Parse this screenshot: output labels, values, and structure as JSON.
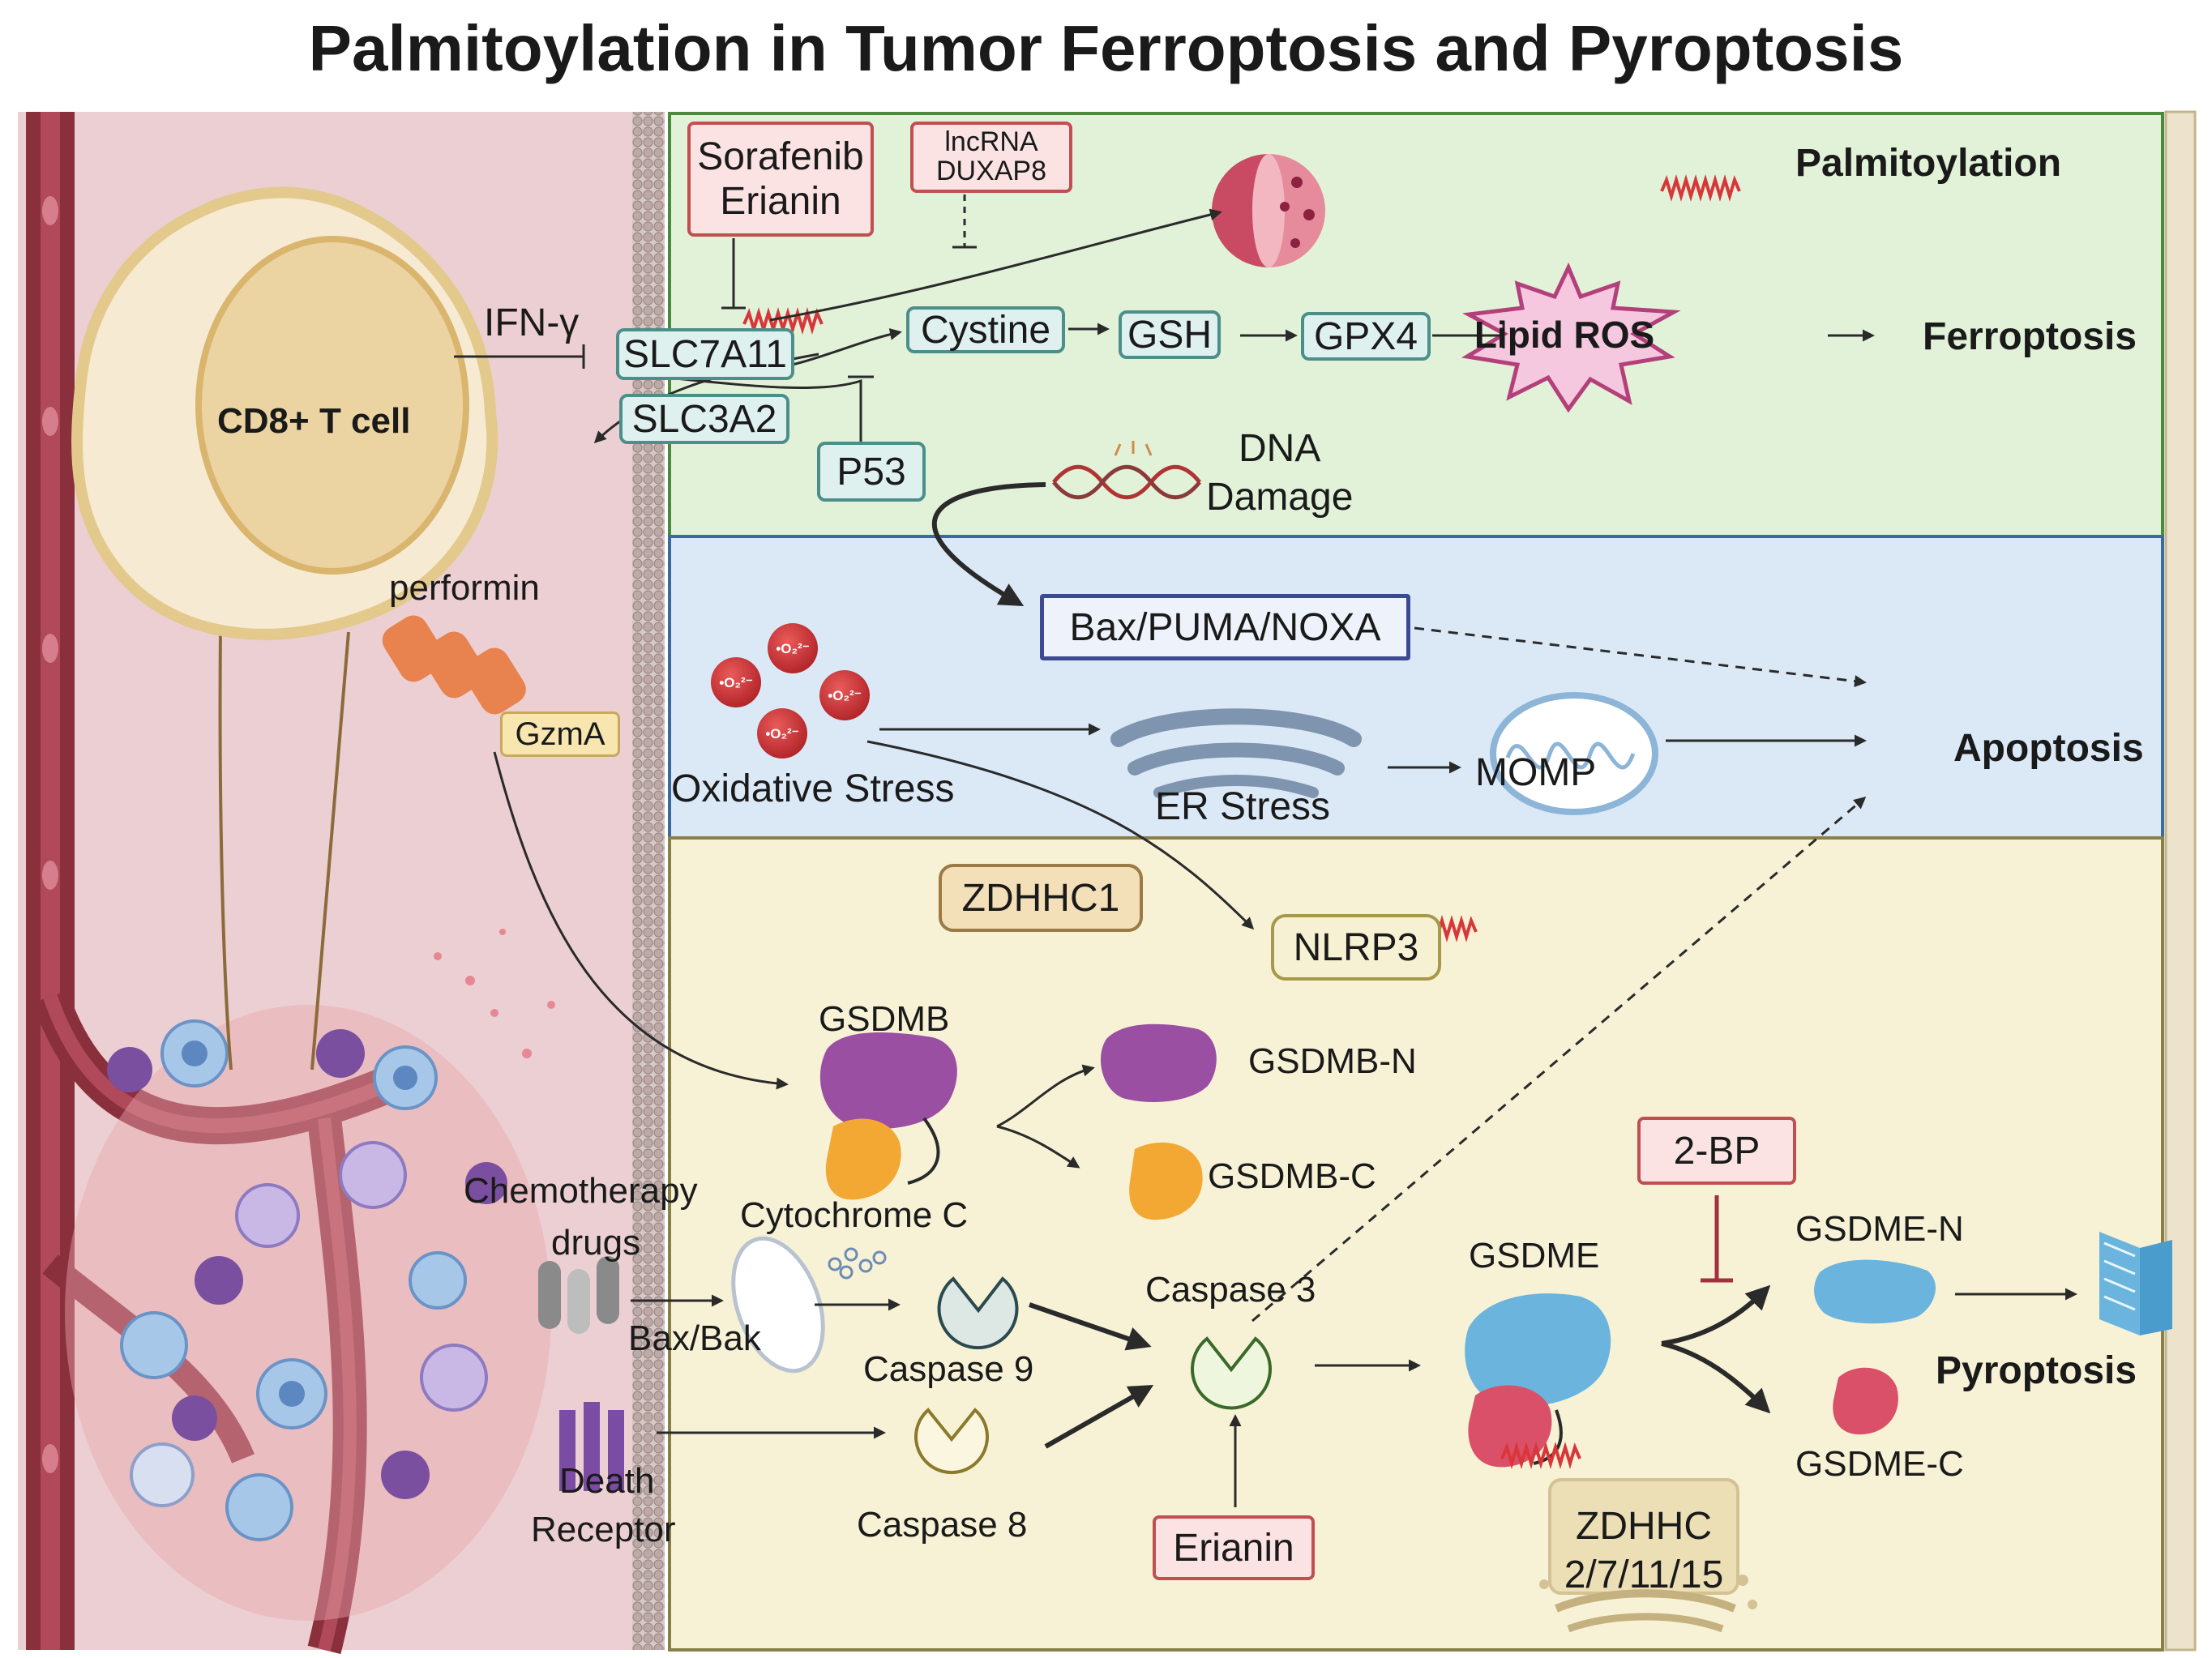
{
  "title": "Palmitoylation in Tumor Ferroptosis and Pyroptosis",
  "legend": {
    "palmitoylation_label": "Palmitoylation"
  },
  "nodes": {
    "cd8_t_cell": "CD8+ T cell",
    "ifn_gamma": "IFN-γ",
    "performin": "performin",
    "gzma": "GzmA",
    "sorafenib": "Sorafenib",
    "erianin_top": "Erianin",
    "lncrna_line1": "lncRNA",
    "lncrna_line2": "DUXAP8",
    "slc7a11": "SLC7A11",
    "slc3a2": "SLC3A2",
    "cystine": "Cystine",
    "gsh": "GSH",
    "gpx4": "GPX4",
    "lipid_ros": "Lipid ROS",
    "ferroptosis": "Ferroptosis",
    "p53": "P53",
    "dna_line1": "DNA",
    "dna_line2": "Damage",
    "bax_puma_noxa": "Bax/PUMA/NOXA",
    "oxidative_stress": "Oxidative Stress",
    "er_stress": "ER Stress",
    "momp": "MOMP",
    "apoptosis": "Apoptosis",
    "zdhhc1": "ZDHHC1",
    "nlrp3": "NLRP3",
    "gsdmb": "GSDMB",
    "gsdmb_n": "GSDMB-N",
    "gsdmb_c": "GSDMB-C",
    "chemo_line1": "Chemotherapy",
    "chemo_line2": "drugs",
    "cytochrome_c": "Cytochrome C",
    "bax_bak": "Bax/Bak",
    "caspase9": "Caspase 9",
    "caspase3": "Caspase 3",
    "caspase8": "Caspase 8",
    "death_line1": "Death",
    "death_line2": "Receptor",
    "erianin_bottom": "Erianin",
    "gsdme": "GSDME",
    "two_bp": "2-BP",
    "gsdme_n": "GSDME-N",
    "gsdme_c": "GSDME-C",
    "pyroptosis": "Pyroptosis",
    "zdhhc_line1": "ZDHHC",
    "zdhhc_line2": "2/7/11/15",
    "superoxide": "•O₂²⁻"
  },
  "colors": {
    "ferroptosis_panel": "#e2f2d9",
    "apoptosis_panel": "#dbe9f7",
    "pyroptosis_panel": "#f7f2d6",
    "tissue": "#eccfd2",
    "palmitoyl_wave": "#d9363a",
    "gsdmb_purple": "#9a4fa3",
    "gsdm_orange": "#f2a833",
    "gsdme_blue": "#6bb4de",
    "gsdme_red": "#d95068"
  }
}
